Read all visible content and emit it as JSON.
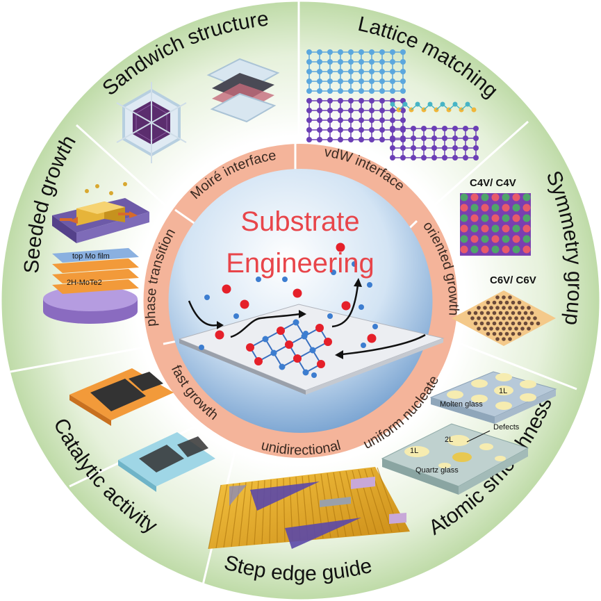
{
  "center": {
    "line1": "Substrate",
    "line2": "Engineering"
  },
  "outer_sectors": [
    {
      "key": "sandwich",
      "label": "Sandwich structure"
    },
    {
      "key": "lattice",
      "label": "Lattice matching"
    },
    {
      "key": "symmetry",
      "label": "Symmetry group"
    },
    {
      "key": "atomic",
      "label": "Atomic smoothness"
    },
    {
      "key": "step",
      "label": "Step edge guide"
    },
    {
      "key": "catalytic",
      "label": "Catalytic activity"
    },
    {
      "key": "seeded",
      "label": "Seeded growth"
    }
  ],
  "ring_labels": [
    {
      "key": "moire",
      "label": "Moiré interface"
    },
    {
      "key": "vdw",
      "label": "vdW interface"
    },
    {
      "key": "oriented",
      "label": "oriented growth"
    },
    {
      "key": "uniform",
      "label": "uniform nucleate"
    },
    {
      "key": "unidirectional",
      "label": "unidirectional"
    },
    {
      "key": "fast",
      "label": "fast growth"
    },
    {
      "key": "phase",
      "label": "phase transition"
    }
  ],
  "inset_labels": {
    "symmetry_top": "C4V/ C4V",
    "symmetry_bottom": "C6V/ C6V",
    "molten_glass": "Molten glass",
    "quartz_glass": "Quartz glass",
    "one_layer_a": "1L",
    "one_layer_b": "1L",
    "two_layer": "2L",
    "defects": "Defects",
    "top_mo_film": "top Mo film",
    "mote2": "2H-MoTe2"
  },
  "colors": {
    "ring_salmon": "#f4b49a",
    "outer_green": "#d9ebc9",
    "center_blue": "#bcd6ef",
    "title_red": "#e8454a"
  }
}
